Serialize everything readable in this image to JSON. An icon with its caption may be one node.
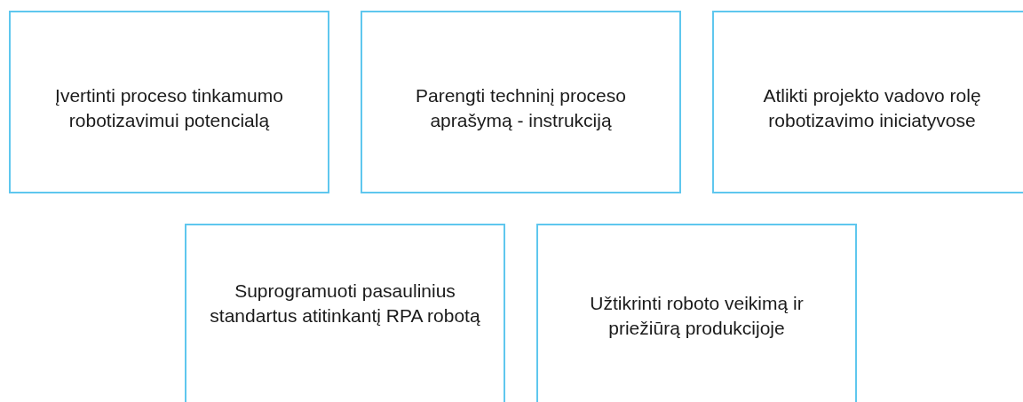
{
  "diagram": {
    "nodes": [
      {
        "text": [
          "Įvertinti proceso tinkamumo robotizavimui potencialą"
        ]
      },
      {
        "text": [
          "Parengti techninį proceso aprašymą - instrukciją"
        ]
      },
      {
        "text": [
          "Atlikti projekto vadovo rolę robotizavimo iniciatyvose"
        ]
      },
      {
        "text": [
          "Suprogramuoti pasaulinius standartus atitinkantį RPA robotą"
        ]
      },
      {
        "text": [
          "Užtikrinti roboto veikimą ir priežiūrą produkcijoje"
        ]
      }
    ]
  }
}
